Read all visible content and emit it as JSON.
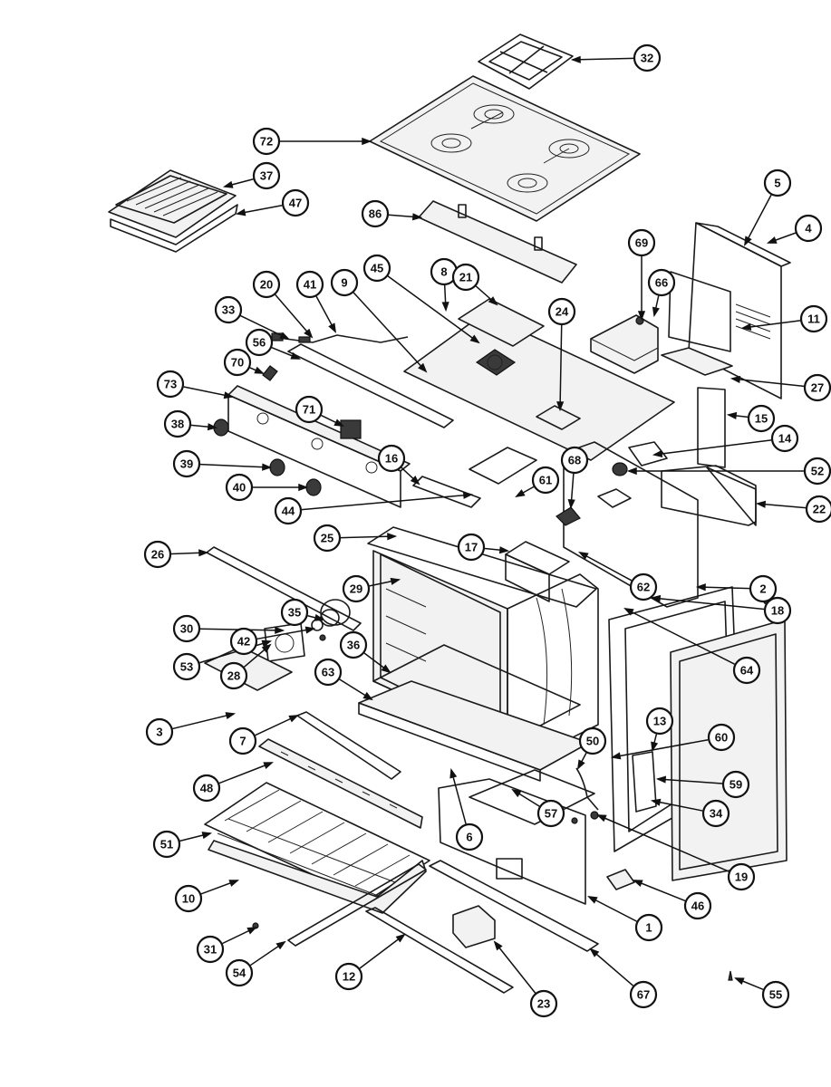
{
  "diagram": {
    "callouts": [
      {
        "id": "c32",
        "label": "32"
      },
      {
        "id": "c72",
        "label": "72"
      },
      {
        "id": "c37",
        "label": "37"
      },
      {
        "id": "c47",
        "label": "47"
      },
      {
        "id": "c86",
        "label": "86"
      },
      {
        "id": "c5",
        "label": "5"
      },
      {
        "id": "c69",
        "label": "69"
      },
      {
        "id": "c4",
        "label": "4"
      },
      {
        "id": "c66",
        "label": "66"
      },
      {
        "id": "c11",
        "label": "11"
      },
      {
        "id": "c45",
        "label": "45"
      },
      {
        "id": "c8",
        "label": "8"
      },
      {
        "id": "c21",
        "label": "21"
      },
      {
        "id": "c20",
        "label": "20"
      },
      {
        "id": "c41",
        "label": "41"
      },
      {
        "id": "c9",
        "label": "9"
      },
      {
        "id": "c33",
        "label": "33"
      },
      {
        "id": "c56",
        "label": "56"
      },
      {
        "id": "c24",
        "label": "24"
      },
      {
        "id": "c27",
        "label": "27"
      },
      {
        "id": "c70",
        "label": "70"
      },
      {
        "id": "c73",
        "label": "73"
      },
      {
        "id": "c15",
        "label": "15"
      },
      {
        "id": "c71",
        "label": "71"
      },
      {
        "id": "c38",
        "label": "38"
      },
      {
        "id": "c14",
        "label": "14"
      },
      {
        "id": "c16",
        "label": "16"
      },
      {
        "id": "c68",
        "label": "68"
      },
      {
        "id": "c52",
        "label": "52"
      },
      {
        "id": "c39",
        "label": "39"
      },
      {
        "id": "c61",
        "label": "61"
      },
      {
        "id": "c40",
        "label": "40"
      },
      {
        "id": "c22",
        "label": "22"
      },
      {
        "id": "c44",
        "label": "44"
      },
      {
        "id": "c25",
        "label": "25"
      },
      {
        "id": "c26",
        "label": "26"
      },
      {
        "id": "c17",
        "label": "17"
      },
      {
        "id": "c2",
        "label": "2"
      },
      {
        "id": "c29",
        "label": "29"
      },
      {
        "id": "c62",
        "label": "62"
      },
      {
        "id": "c35",
        "label": "35"
      },
      {
        "id": "c18",
        "label": "18"
      },
      {
        "id": "c42",
        "label": "42"
      },
      {
        "id": "c30",
        "label": "30"
      },
      {
        "id": "c28",
        "label": "28"
      },
      {
        "id": "c53",
        "label": "53"
      },
      {
        "id": "c36",
        "label": "36"
      },
      {
        "id": "c64",
        "label": "64"
      },
      {
        "id": "c63",
        "label": "63"
      },
      {
        "id": "c13",
        "label": "13"
      },
      {
        "id": "c3",
        "label": "3"
      },
      {
        "id": "c7",
        "label": "7"
      },
      {
        "id": "c50",
        "label": "50"
      },
      {
        "id": "c60",
        "label": "60"
      },
      {
        "id": "c48",
        "label": "48"
      },
      {
        "id": "c59",
        "label": "59"
      },
      {
        "id": "c57",
        "label": "57"
      },
      {
        "id": "c34",
        "label": "34"
      },
      {
        "id": "c6",
        "label": "6"
      },
      {
        "id": "c51",
        "label": "51"
      },
      {
        "id": "c19",
        "label": "19"
      },
      {
        "id": "c10",
        "label": "10"
      },
      {
        "id": "c46",
        "label": "46"
      },
      {
        "id": "c1",
        "label": "1"
      },
      {
        "id": "c31",
        "label": "31"
      },
      {
        "id": "c54",
        "label": "54"
      },
      {
        "id": "c12",
        "label": "12"
      },
      {
        "id": "c23",
        "label": "23"
      },
      {
        "id": "c67",
        "label": "67"
      },
      {
        "id": "c55",
        "label": "55"
      }
    ]
  }
}
